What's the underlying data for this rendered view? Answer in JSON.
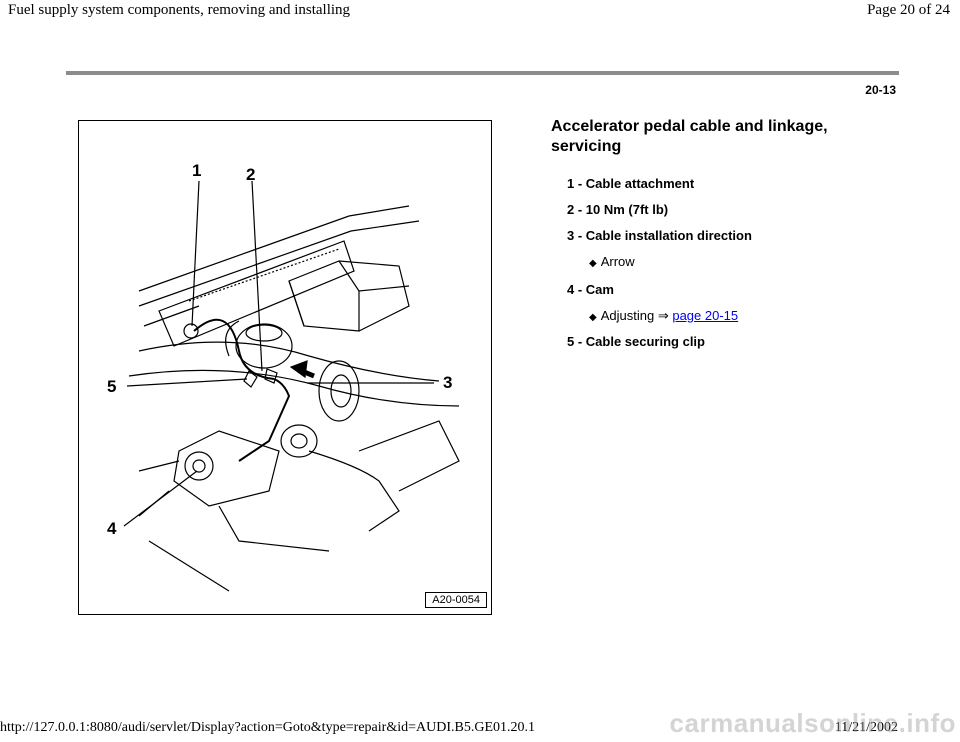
{
  "header": {
    "title": "Fuel supply system components, removing and installing",
    "page_indicator": "Page 20 of 24"
  },
  "page_number": "20-13",
  "figure": {
    "code": "A20-0054",
    "callouts": [
      "1",
      "2",
      "3",
      "4",
      "5"
    ]
  },
  "section": {
    "title": "Accelerator pedal cable and linkage, servicing"
  },
  "legend": {
    "items": [
      {
        "label": "1 - Cable attachment"
      },
      {
        "label": "2 - 10 Nm (7ft lb)"
      },
      {
        "label": "3 - Cable installation direction"
      },
      {
        "label": "4 - Cam"
      },
      {
        "label": "5 - Cable securing clip"
      }
    ],
    "sub_items": {
      "arrow": "Arrow",
      "adjusting": "Adjusting",
      "adjusting_arrow": "⇒",
      "adjusting_link": "page 20-15"
    }
  },
  "footer": {
    "url": "http://127.0.0.1:8080/audi/servlet/Display?action=Goto&type=repair&id=AUDI.B5.GE01.20.1",
    "date": "11/21/2002",
    "watermark": "carmanualsonline.info"
  }
}
